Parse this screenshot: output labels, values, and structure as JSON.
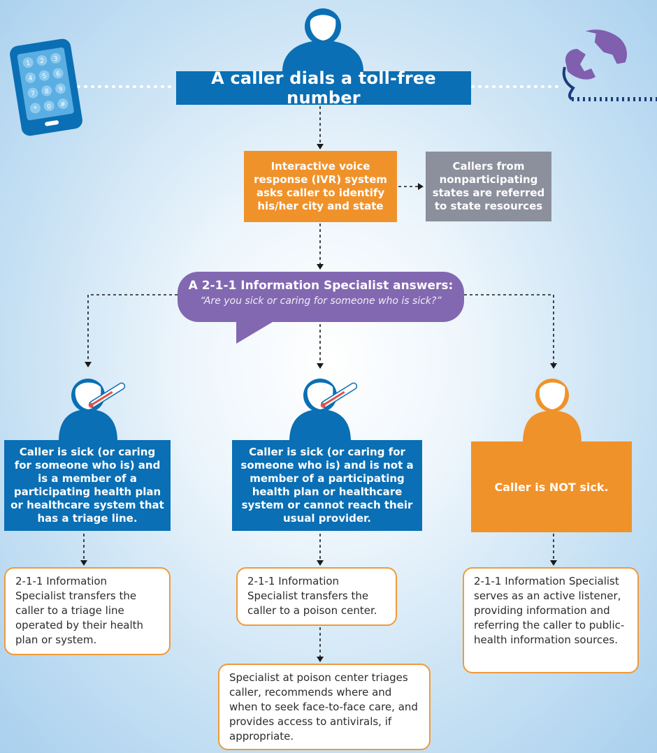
{
  "title": "A caller dials a toll-free number",
  "ivr_text": "Interactive voice response (IVR) system asks caller to identify his/her city and state",
  "nonparticipating_text": "Callers from nonparticipating states are referred to state resources",
  "speech": {
    "heading": "A 2-1-1 Information Specialist answers:",
    "question": "“Are you sick or caring for someone who is sick?”"
  },
  "branches": {
    "sick_member": "Caller is sick (or caring for someone who is) and is a member of a participating health plan or healthcare system that has a triage line.",
    "sick_nonmember": "Caller is sick (or caring for someone who is) and is not a member of a participating health plan or healthcare system or cannot reach their usual provider.",
    "not_sick": "Caller is NOT sick."
  },
  "outcomes": {
    "triage_line": "2-1-1 Information Specialist transfers the caller to a triage line operated by their health plan or system.",
    "poison_center": "2-1-1 Information Specialist transfers the caller to a poison center.",
    "active_listener": "2-1-1 Information Specialist serves as an active listener, providing information and referring the caller to public-health information sources.",
    "poison_specialist": "Specialist at poison center triages caller, recommends where and when to seek face-to-face care, and provides access to antivirals, if appropriate."
  },
  "keypad_keys": [
    "1",
    "2",
    "3",
    "4",
    "5",
    "6",
    "7",
    "8",
    "9",
    "*",
    "0",
    "#"
  ],
  "colors": {
    "blue": "#0a6fb4",
    "orange": "#f0922a",
    "gray": "#8c8f9c",
    "purple": "#8268b0",
    "outline": "#ef9a3a",
    "thermometer": "#e0524a"
  }
}
